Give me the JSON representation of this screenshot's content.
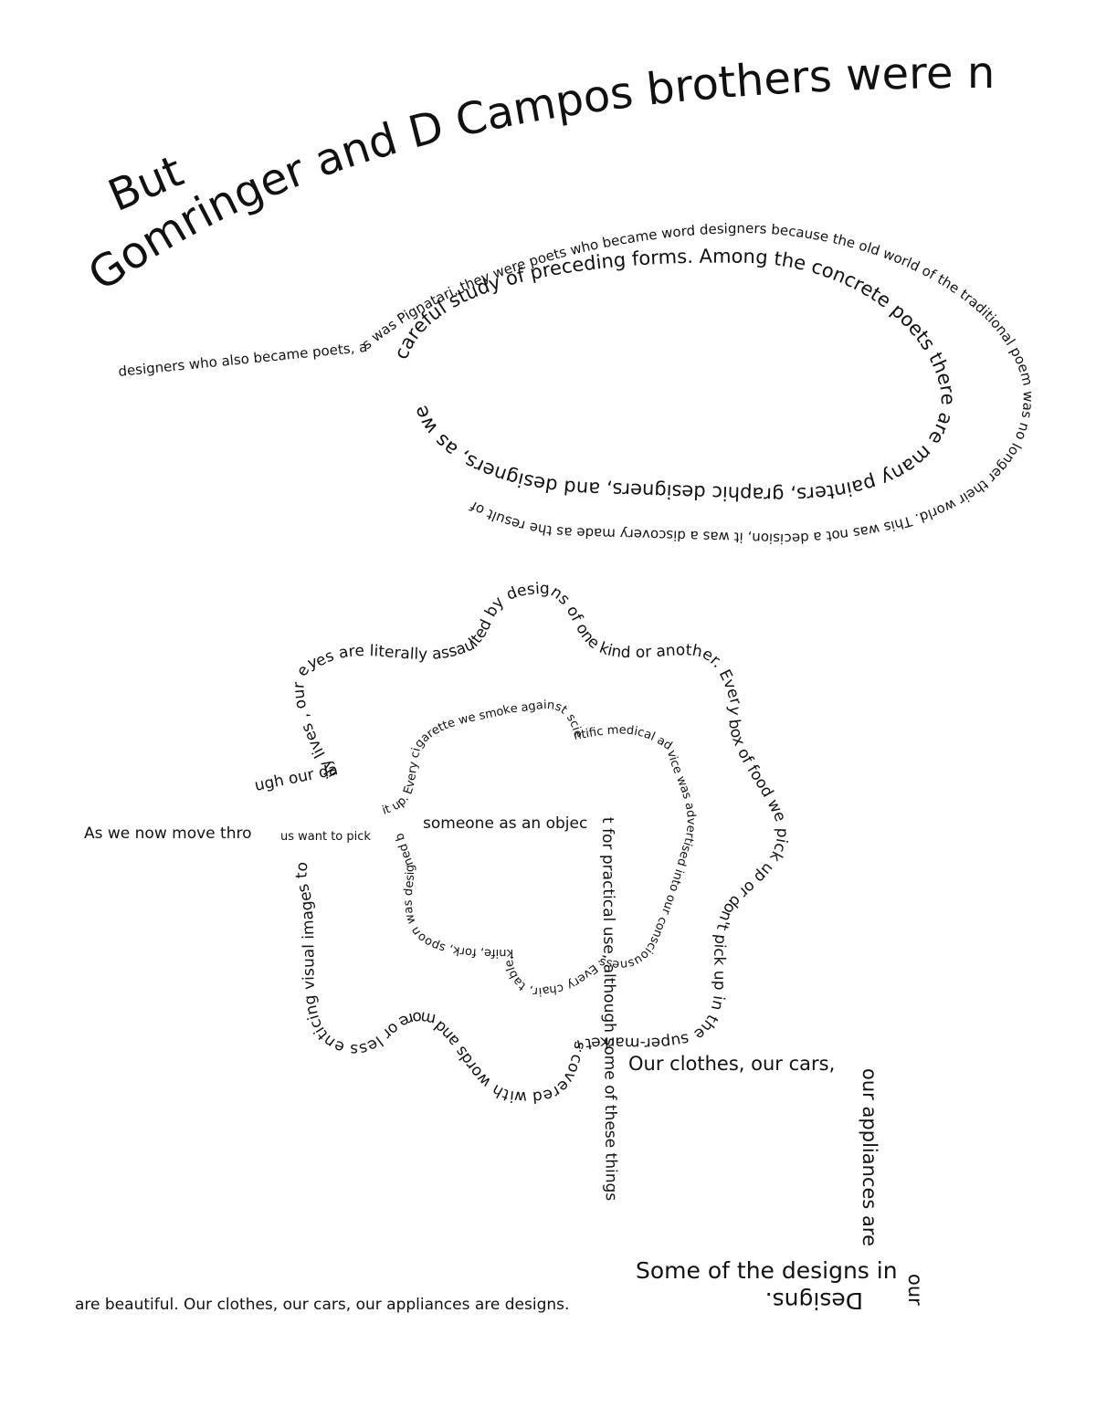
{
  "poster": {
    "title_line1": "But",
    "title_line2": "Gomringer and D Campos brothers were not",
    "pan_outer": "designers who also became poets, as was Pignatari, they were poets who became word designers because the old world of the traditional poem was no longer their world. This was not a decision, it was a discovery made as the result of",
    "pan_inner": "careful study of preceding forms. Among the concrete poets there are many painters, graphic designers, and designers, as we have seen.",
    "gear_intro": "As we now move thro",
    "gear_outer": "ugh our daily lives , our eyes are literally assaulted by designs of one kind or another. Every box of food we pick up or don't pick up in the super-market is covered with words and more or less enticing visual images to make",
    "gear_inner_lead": "us want to pick",
    "gear_inner": "it up. Every cigarette we smoke against scientific medical advice was advertised into our consciousness. Every chair, table, knife, fork, spoon was designed by",
    "gear_center": "someone as an objec",
    "stem": "t for practical use, although some of these things",
    "bottom_line": "are beautiful. Our clothes, our cars, our appliances are designs.",
    "box_top": "Our clothes, our cars,",
    "box_right": "our appliances are",
    "box_left": "Some of the designs in",
    "box_far_right": "our",
    "box_bottom": "Designs."
  }
}
